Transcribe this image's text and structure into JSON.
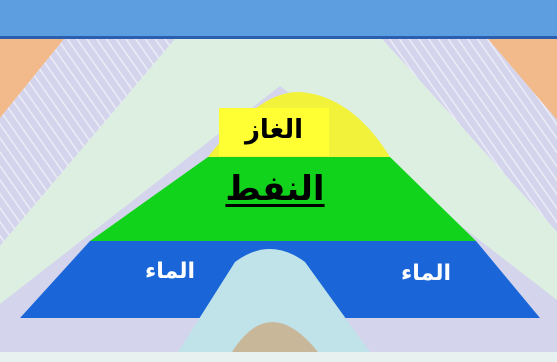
{
  "diagram": {
    "labels": {
      "gas": "الغاز",
      "oil": "النفط",
      "water_left": "الماء",
      "water_right": "الماء"
    },
    "layers": [
      {
        "name": "top-strip",
        "color": "#5c9ee0"
      },
      {
        "name": "outer-rock-left",
        "color": "#f2b98a"
      },
      {
        "name": "outer-rock-right",
        "color": "#f2b98a"
      },
      {
        "name": "striped-band",
        "color": "#d8d8ee"
      },
      {
        "name": "cap-rock",
        "color": "#dcefe0"
      },
      {
        "name": "inner-band",
        "color": "#d8d8ee"
      },
      {
        "name": "gas",
        "color": "#f2f23a"
      },
      {
        "name": "oil",
        "color": "#11d31b"
      },
      {
        "name": "water",
        "color": "#1a66d8"
      },
      {
        "name": "lower-rock",
        "color": "#c0e3ea"
      },
      {
        "name": "core-rock",
        "color": "#c9b79a"
      }
    ]
  }
}
